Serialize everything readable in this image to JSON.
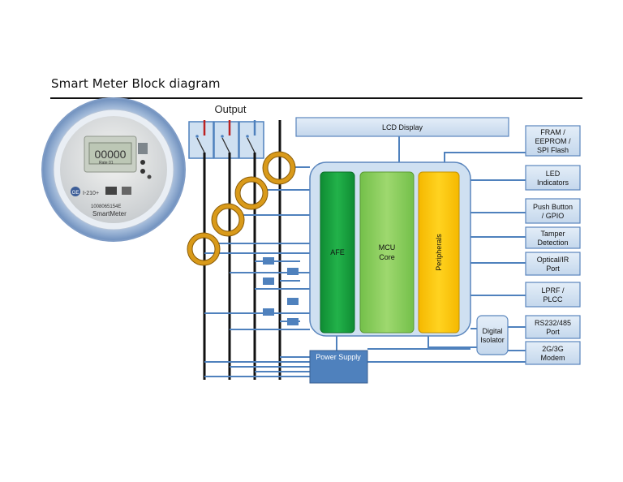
{
  "title": "Smart Meter Block diagram",
  "output_label": "Output",
  "lcd_display": "LCD Display",
  "core": {
    "afe": "AFE",
    "mcu": [
      "MCU",
      "Core"
    ],
    "peripherals": "Peripherals"
  },
  "power_supply": "Power Supply",
  "digital_isolator": [
    "Digital",
    "Isolator"
  ],
  "right_blocks": [
    {
      "id": "fram",
      "lines": [
        "FRAM /",
        "EEPROM /",
        "SPI Flash"
      ]
    },
    {
      "id": "led",
      "lines": [
        "LED",
        "Indicators"
      ]
    },
    {
      "id": "push-button",
      "lines": [
        "Push Button",
        "/ GPIO"
      ]
    },
    {
      "id": "tamper",
      "lines": [
        "Tamper",
        "Detection"
      ]
    },
    {
      "id": "optical",
      "lines": [
        "Optical/IR",
        "Port"
      ]
    },
    {
      "id": "lprf",
      "lines": [
        "LPRF /",
        "PLCC"
      ]
    },
    {
      "id": "rs232",
      "lines": [
        "RS232/485",
        "Port"
      ]
    },
    {
      "id": "modem",
      "lines": [
        "2G/3G",
        "Modem"
      ]
    }
  ],
  "meter_photo": {
    "display_reading": "00000",
    "display_sub": "Rate 01",
    "brand_logo": "GE",
    "model": "I-210+",
    "brand_name": "SmartMeter",
    "serial": "1008065154E"
  },
  "colors": {
    "block_fill": "#cfe0f1",
    "block_stroke": "#5b86bd",
    "bus_line": "#4f81bd",
    "power_line": "#111111",
    "afe_green": "#17a63f",
    "mcu_green": "#8ed15e",
    "peripherals_yellow": "#ffcc00",
    "coil_orange": "#d99a1a",
    "power_supply_fill": "#4f81bd"
  }
}
